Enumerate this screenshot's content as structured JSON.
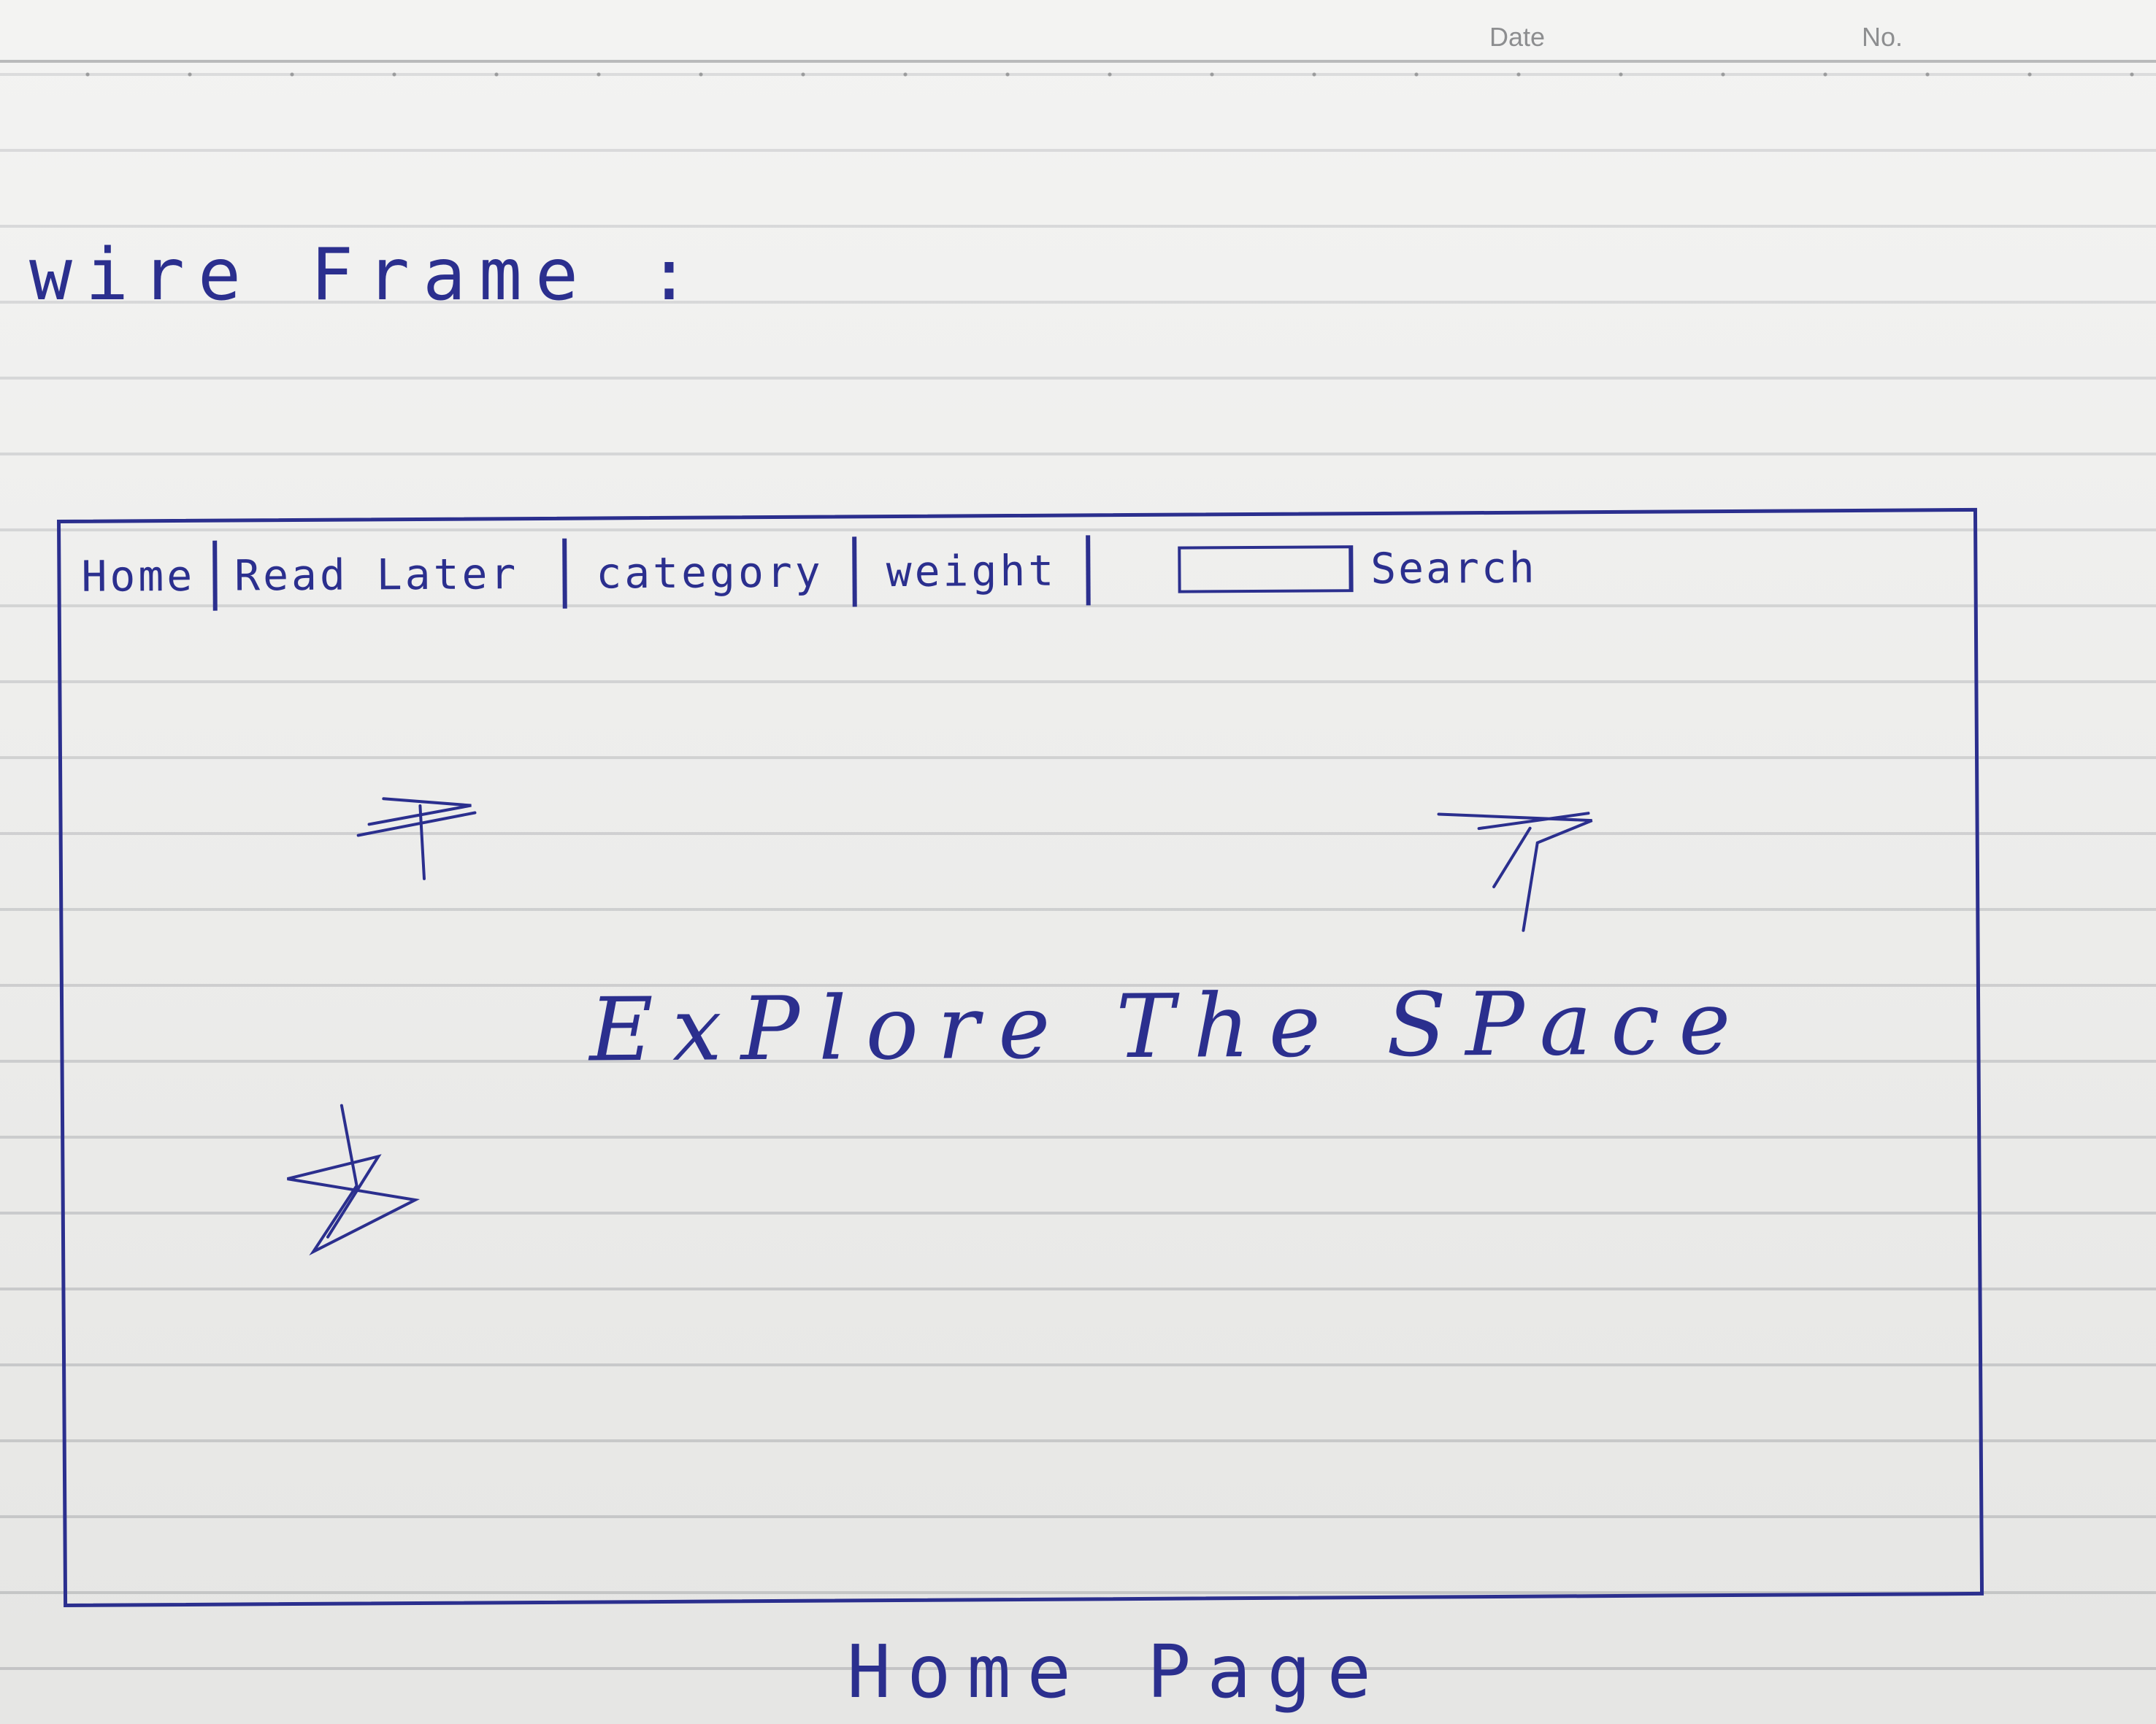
{
  "notebook": {
    "date_label": "Date",
    "number_label": "No."
  },
  "title": "wire Frame :",
  "navbar": {
    "items": [
      {
        "label": "Home"
      },
      {
        "label": "Read Later"
      },
      {
        "label": "category"
      },
      {
        "label": "weight"
      }
    ],
    "search_label": "Search"
  },
  "hero_text": "ExPlore The SPace",
  "caption": "Home Page",
  "colors": {
    "ink": "#2b2f8e",
    "paper": "#ededeb",
    "rule": "#c9cacb"
  },
  "icons": [
    "star-icon",
    "star-icon",
    "star-icon"
  ]
}
